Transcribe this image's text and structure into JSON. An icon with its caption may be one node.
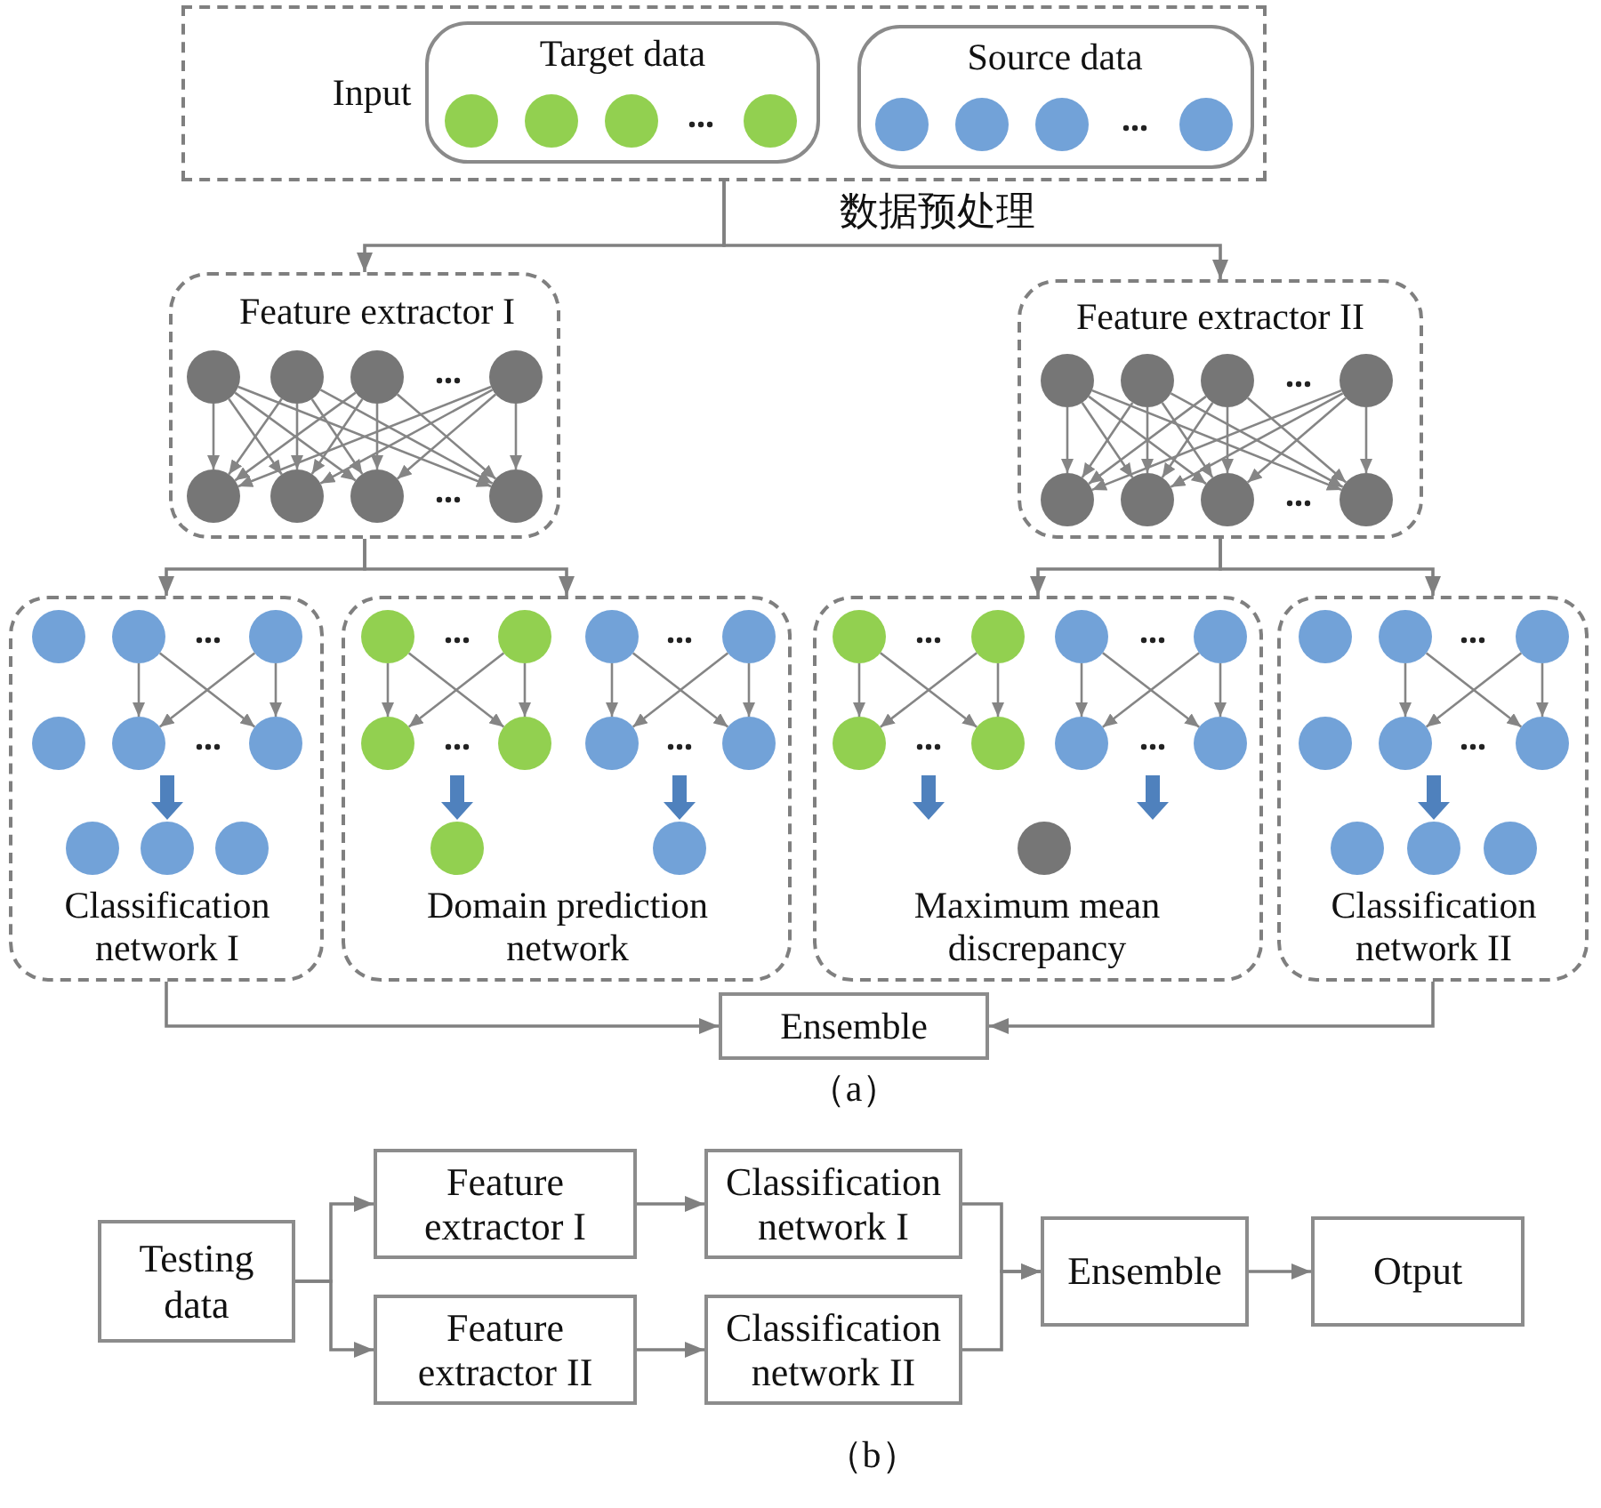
{
  "diagram": {
    "nodes": [
      {
        "text": [
          "Input"
        ]
      },
      {
        "text": [
          "Target data"
        ],
        "in": 0
      },
      {
        "text": [
          "Source data"
        ],
        "in": 0
      },
      {
        "text": [
          "Feature extractor I"
        ]
      },
      {
        "text": [
          "Feature extractor II"
        ]
      },
      {
        "text": [
          "Classification network I"
        ]
      },
      {
        "text": [
          "Domain prediction network"
        ]
      },
      {
        "text": [
          "Maximum mean discrepancy"
        ]
      },
      {
        "text": [
          "Classification network II"
        ]
      },
      {
        "text": [
          "Ensemble"
        ]
      },
      {
        "text": [
          "Testing data"
        ]
      },
      {
        "text": [
          "Feature extractor I"
        ]
      },
      {
        "text": [
          "Feature extractor II"
        ]
      },
      {
        "text": [
          "Classification network I"
        ]
      },
      {
        "text": [
          "Classification network II"
        ]
      },
      {
        "text": [
          "Ensemble"
        ]
      },
      {
        "text": [
          "Otput"
        ]
      }
    ],
    "edges": [
      {
        "from": 0,
        "to": 3,
        "arrow": "to"
      },
      {
        "from": 0,
        "to": 4,
        "arrow": "to",
        "label": "数据预处理"
      },
      {
        "from": 3,
        "to": 5,
        "arrow": "to"
      },
      {
        "from": 3,
        "to": 6,
        "arrow": "to"
      },
      {
        "from": 4,
        "to": 7,
        "arrow": "to"
      },
      {
        "from": 4,
        "to": 8,
        "arrow": "to"
      },
      {
        "from": 5,
        "to": 9,
        "arrow": "to"
      },
      {
        "from": 8,
        "to": 9,
        "arrow": "to"
      },
      {
        "from": 10,
        "to": 11,
        "arrow": "to"
      },
      {
        "from": 10,
        "to": 12,
        "arrow": "to"
      },
      {
        "from": 11,
        "to": 13,
        "arrow": "to"
      },
      {
        "from": 12,
        "to": 14,
        "arrow": "to"
      },
      {
        "from": 13,
        "to": 15,
        "arrow": "to"
      },
      {
        "from": 14,
        "to": 15,
        "arrow": "to"
      },
      {
        "from": 15,
        "to": 16,
        "arrow": "to"
      }
    ],
    "labels": [
      "（a）",
      "（b）"
    ]
  }
}
